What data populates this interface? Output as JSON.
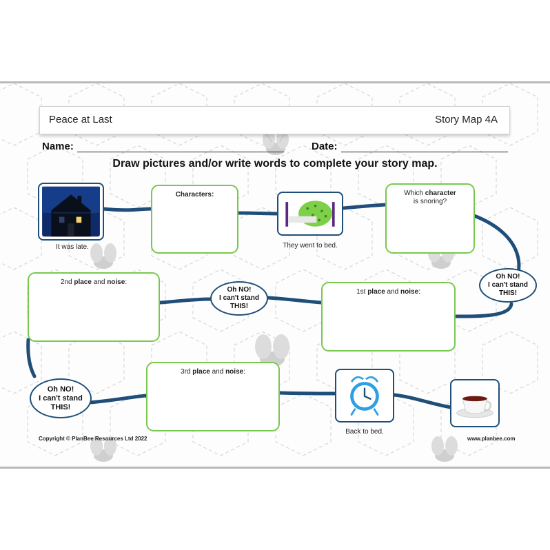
{
  "header": {
    "title": "Peace at Last",
    "code": "Story Map 4A"
  },
  "fields": {
    "name_label": "Name:",
    "date_label": "Date:"
  },
  "instruction": "Draw pictures and/or write words to complete your story map.",
  "boxes": {
    "characters": {
      "label": "Characters:"
    },
    "which_character": {
      "line1_pre": "Which ",
      "line1_bold": "character",
      "line2": "is snoring?"
    },
    "place1": {
      "pre": "1st ",
      "bold1": "place",
      "mid": " and ",
      "bold2": "noise",
      "post": ":"
    },
    "place2": {
      "pre": "2nd ",
      "bold1": "place",
      "mid": " and ",
      "bold2": "noise",
      "post": ":"
    },
    "place3": {
      "pre": "3rd ",
      "bold1": "place",
      "mid": " and ",
      "bold2": "noise",
      "post": ":"
    }
  },
  "captions": {
    "house": "It was late.",
    "bed": "They went to bed.",
    "clock": "Back to bed."
  },
  "bubble": {
    "line1": "Oh NO!",
    "line2": "I can't stand",
    "line3": "THIS!"
  },
  "footer": {
    "copyright": "Copyright © PlanBee Resources Ltd 2022",
    "website": "www.planbee.com"
  },
  "colors": {
    "path": "#1f4e79",
    "box_border": "#78c850",
    "pic_border": "#1f4e79",
    "hex_lines": "#d9d9d9",
    "bee": "#c8c8c8"
  },
  "icons": [
    "house-icon",
    "bed-icon",
    "alarm-clock-icon",
    "teacup-icon",
    "bee-icon"
  ]
}
